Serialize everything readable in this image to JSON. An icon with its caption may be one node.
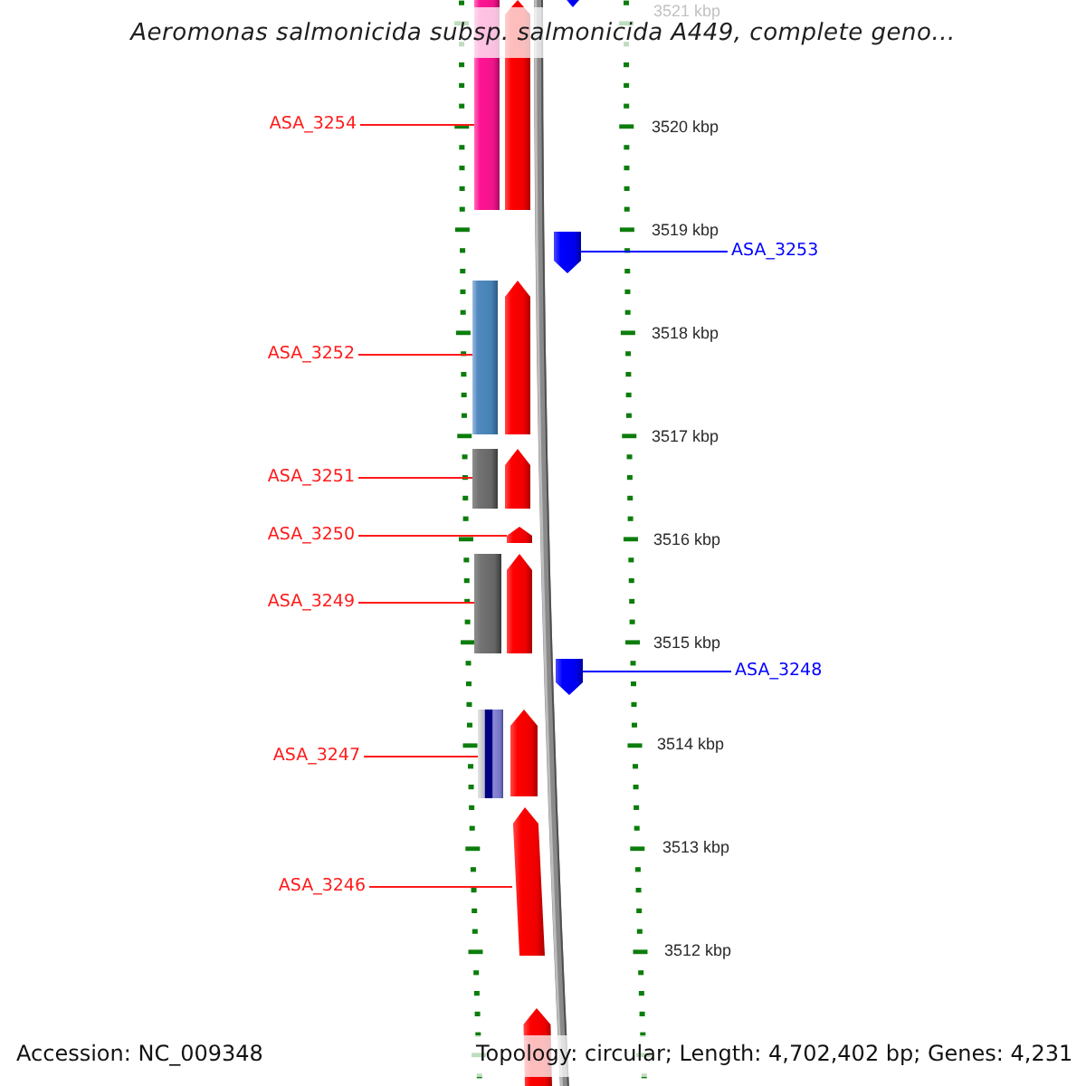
{
  "diagram": {
    "title": "Aeromonas salmonicida subsp. salmonicida A449, complete geno...",
    "nodes": [
      {
        "text": [],
        "shape": "bar"
      },
      {
        "text": [],
        "shape": "arrow"
      },
      {
        "text": [],
        "shape": "arrow"
      },
      {
        "text": [
          "ASA_3254"
        ]
      },
      {
        "text": [],
        "shape": "arrow"
      },
      {
        "text": [
          "ASA_3253"
        ]
      },
      {
        "text": [],
        "shape": "bar"
      },
      {
        "text": [],
        "shape": "arrow"
      },
      {
        "text": [
          "ASA_3252"
        ]
      },
      {
        "text": [],
        "shape": "bar"
      },
      {
        "text": [],
        "shape": "arrow"
      },
      {
        "text": [
          "ASA_3251"
        ]
      },
      {
        "text": [
          "ASA_3250"
        ]
      },
      {
        "text": [],
        "shape": "arrow"
      },
      {
        "text": [],
        "shape": "bar"
      },
      {
        "text": [],
        "shape": "arrow"
      },
      {
        "text": [
          "ASA_3249"
        ]
      },
      {
        "text": [],
        "shape": "arrow"
      },
      {
        "text": [
          "ASA_3248"
        ]
      },
      {
        "text": [],
        "shape": "bar"
      },
      {
        "text": [],
        "shape": "arrow"
      },
      {
        "text": [
          "ASA_3247"
        ]
      },
      {
        "text": [
          "ASA_3246"
        ]
      },
      {
        "text": [],
        "shape": "arrow"
      },
      {
        "text": [],
        "shape": "arrow"
      }
    ],
    "edges": [
      {
        "from": 3,
        "to": 0,
        "arrow": "none"
      },
      {
        "from": 5,
        "to": 4,
        "arrow": "none",
        "color": "#0000ff"
      },
      {
        "from": 8,
        "to": 6,
        "arrow": "none"
      },
      {
        "from": 11,
        "to": 9,
        "arrow": "none"
      },
      {
        "from": 12,
        "to": 13,
        "arrow": "none"
      },
      {
        "from": 16,
        "to": 14,
        "arrow": "none"
      },
      {
        "from": 18,
        "to": 17,
        "arrow": "none",
        "color": "#0000ff"
      },
      {
        "from": 21,
        "to": 19,
        "arrow": "none"
      },
      {
        "from": 22,
        "to": 23,
        "arrow": "none"
      }
    ],
    "labels": [
      "3521 kbp",
      "3520 kbp",
      "3519 kbp",
      "3518 kbp",
      "3517 kbp",
      "3516 kbp",
      "3515 kbp",
      "3514 kbp",
      "3513 kbp",
      "3512 kbp",
      "Accession: NC_009348",
      "Topology: circular; Length: 4,702,402 bp; Genes: 4,231"
    ]
  }
}
